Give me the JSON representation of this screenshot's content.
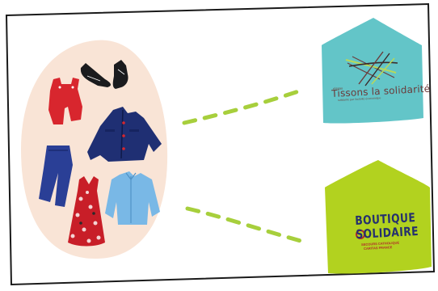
{
  "colors": {
    "background": "#ffffff",
    "frame": "#1a1a1a",
    "blob": "#f9e4d6",
    "dash": "#a7cf3c",
    "house_teal": "#63c5c8",
    "house_lime": "#b2d21f",
    "navy": "#1f2f73",
    "red": "#d8262e",
    "light_blue": "#79b8e6",
    "brand_navy": "#25306e",
    "brand_red": "#b22a2a"
  },
  "icons": [
    "shoes-icon",
    "red-overalls-icon",
    "navy-jacket-icon",
    "blue-trousers-icon",
    "floral-dress-icon",
    "light-blue-shirt-icon",
    "thread-and-needles-logo-icon"
  ],
  "logos": {
    "tissons": {
      "kicker": "réseau",
      "name": "Tissons la solidarité",
      "tagline": "solidarité par l'activité économique"
    },
    "boutique": {
      "line1": "BOUTIQUE",
      "line2": "SOLIDAIRE",
      "sub1": "SECOURS CATHOLIQUE",
      "sub2": "CARITAS FRANCE"
    }
  }
}
